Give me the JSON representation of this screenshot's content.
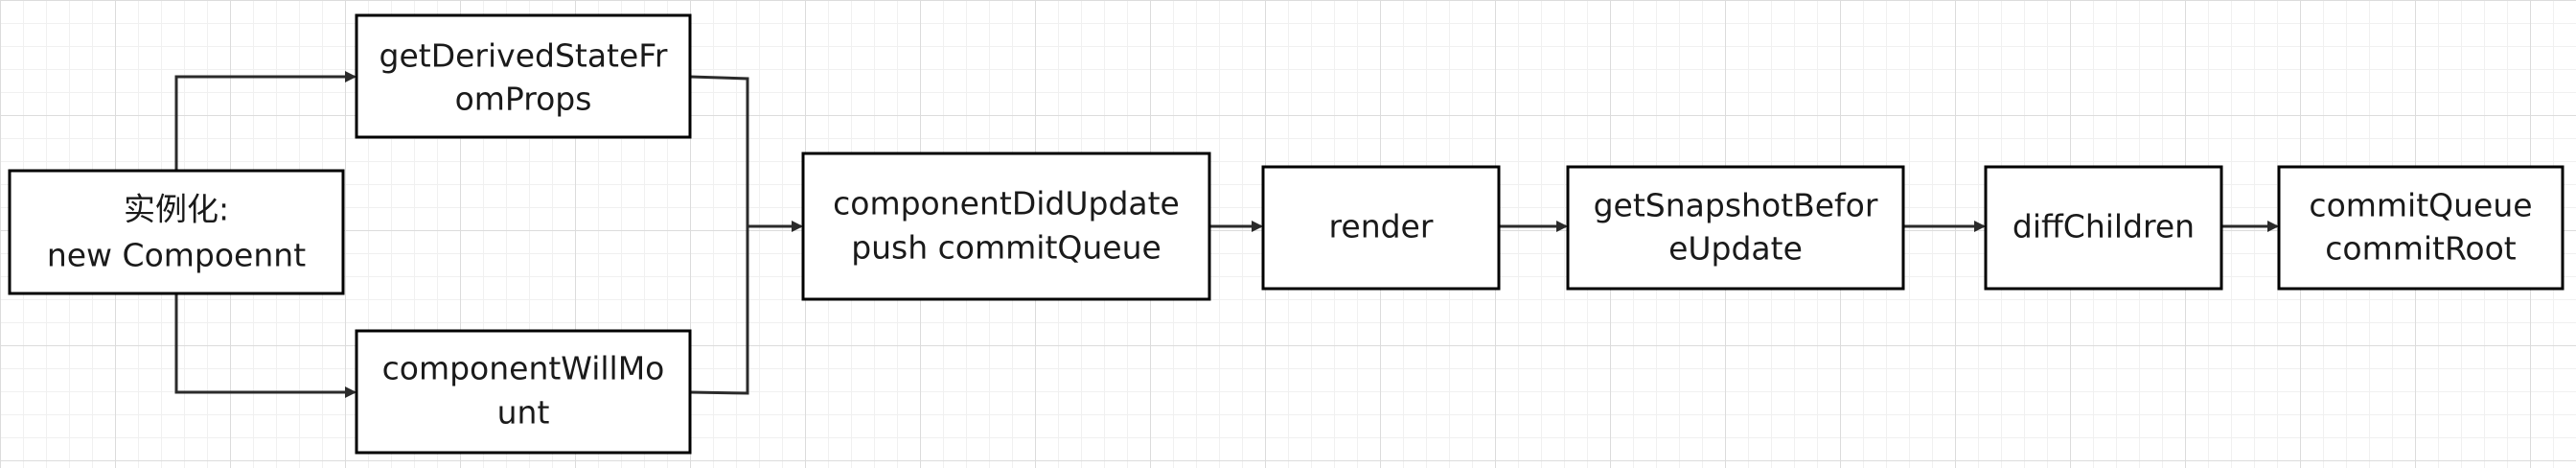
{
  "diagram": {
    "nodes": {
      "instantiate": {
        "line1": "实例化:",
        "line2": "new Compoennt"
      },
      "getDerivedStateFromProps": {
        "line1": "getDerivedStateFr",
        "line2": "omProps"
      },
      "componentWillMount": {
        "line1": "componentWillMo",
        "line2": "unt"
      },
      "componentDidUpdate": {
        "line1": "componentDidUpdate",
        "line2": "push commitQueue"
      },
      "render": {
        "line1": "render"
      },
      "getSnapshotBeforeUpdate": {
        "line1": "getSnapshotBefor",
        "line2": "eUpdate"
      },
      "diffChildren": {
        "line1": "diffChildren"
      },
      "commit": {
        "line1": "commitQueue",
        "line2": "commitRoot"
      }
    },
    "colors": {
      "stroke": "#000000",
      "edge": "#2b2b2b",
      "text": "#1a1a1a",
      "grid": "#dcdcdc",
      "background": "#ffffff"
    }
  }
}
